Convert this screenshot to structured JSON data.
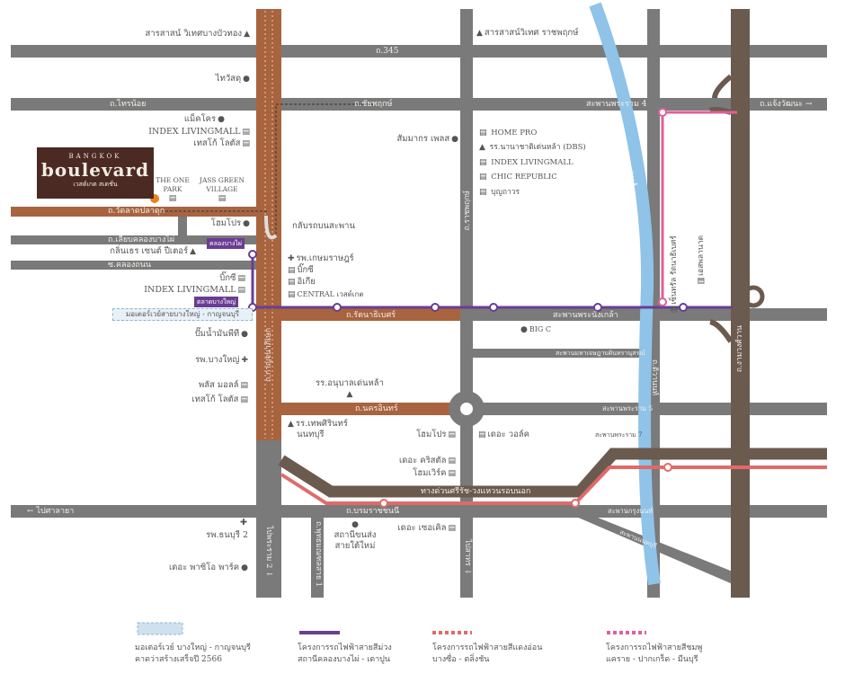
{
  "brand": {
    "top": "BANGKOK",
    "name": "boulevard",
    "sub": "เวสต์เกต สเตชั่น"
  },
  "roads": {
    "r345": "ถ.345",
    "sainoi": "ถ.ไทรน้อย",
    "chaiyaphruek": "ถ.ชัยพฤกษ์",
    "rama4_bridge": "สะพานพระราม 4",
    "chaengwattana": "ถ.แจ้งวัฒนะ",
    "watladpladuk": "ถ.วัดลาดปลาดุก",
    "liapklong": "ถ.เลียบคลองบางไผ่",
    "klongthanon": "ซ.คลองถนน",
    "rattanathibet": "ถ.รัตนาธิเบศร์",
    "kanchanaphisek": "ถ.กาญจนาภิเษก",
    "ratchaphruek": "ถ.ราชพฤกษ์",
    "nakhonin": "ถ.นครอินทร์",
    "phranangklao": "สะพานพระนั่งเกล้า",
    "mahachesada": "สะพานมหาเจษฎาบดินทรานุสรณ์",
    "tiwanon": "ถ.ติวานนท์",
    "rama5": "สะพานพระราม 5",
    "rama7": "สะพานพระราม 7",
    "expressway": "ทางด่วนศรีรัช-วงแหวนรอบนอก",
    "borommaratchachonnani": "ถ.บรมราชชนนี",
    "to_salaya": "ไปศาลายา",
    "to_rama2": "ไปพระราม 2",
    "phutthamonthon1": "ถ.พุทธมณฑลสาย 1",
    "to_sathorn": "ไปสาทร",
    "krungthon": "สะพานกรุงนนท์",
    "nonthaburi_bridge": "สะพานนนทบุรี",
    "ngamwongwan": "ถ.งามวงศ์วาน",
    "uturn": "กลับรถบนสะพาน",
    "river": "แม่น้ำเจ้าพระยา",
    "motorway": "มอเตอร์เวย์สายบางใหญ่ - กาญจนบุรี"
  },
  "stations": {
    "khlong_bang_phai": "คลองบางไผ่",
    "talad_bang_yai": "ตลาดบางใหญ่"
  },
  "places": {
    "sarasas_bbt": "สารสาสน์ วิเทศบางบัวทอง",
    "thaiwatsadu": "ไทวัสดุ",
    "makro": "แม็คโคร",
    "index1": "INDEX LIVINGMALL",
    "tesco1": "เทสโก้ โลตัส",
    "theone": "THE ONE PARK",
    "jass": "JASS GREEN VILLAGE",
    "homepro1": "โฮมโปร",
    "stpeter": "กลิ่นเธร เซนต์ ปีเตอร์",
    "bigc1": "บิ๊กซี",
    "index2": "INDEX LIVINGMALL",
    "kasemrad": "รพ.เกษมราษฎร์",
    "bigc2": "บิ๊กซี",
    "ikea": "อิเกีย",
    "central_wg": "CENTRAL เวสต์เกต",
    "pt": "ปั๊มน้ำมันพีที",
    "bangyai_hosp": "รพ.บางใหญ่",
    "plusmall": "พลัส มอลล์",
    "tesco2": "เทสโก้ โลตัส",
    "anuban": "รร.อนุบาลเด่นหล้า",
    "thepsirin1": "รร.เทพศิรินทร์",
    "thepsirin2": "นนทบุรี",
    "homepro2": "โฮมโปร",
    "thewalk": "เดอะ วอล์ค",
    "crystal": "เดอะ คริสตัล",
    "homework": "โฮมเวิร์ค",
    "circle": "เดอะ เซอเคิล",
    "bus1": "สถานีขนส่ง",
    "bus2": "สายใต้ใหม่",
    "thonburi2": "รพ.ธนบุรี 2",
    "paseo": "เดอะ พาซิโอ พาร์ค",
    "sarasas_rp": "สารสาสน์วิเทศ ราชพฤกษ์",
    "sammakorn": "สัมมากร เพลส",
    "homepro3": "HOME PRO",
    "dbs": "รร.นานาชาติเด่นหล้า (DBS)",
    "index3": "INDEX LIVINGMALL",
    "chic": "CHIC REPUBLIC",
    "boonthavorn": "บุญถาวร",
    "central_rtb": "เซ็นทรัล รัตนาธิเบศร์",
    "esplanade": "เอสพลานาด",
    "bigc3": "BIG C"
  },
  "legend": [
    {
      "line1": "มอเตอร์เวย์ บางใหญ่ - กาญจนบุรี",
      "line2": "คาดว่าสร้างเสร็จปี 2566"
    },
    {
      "line1": "โครงการรถไฟฟ้าสายสีม่วง",
      "line2": "สถานีคลองบางไผ่ - เตาปูน"
    },
    {
      "line1": "โครงการรถไฟฟ้าสายสีแดงอ่อน",
      "line2": "บางซื่อ - ตลิ่งชัน"
    },
    {
      "line1": "โครงการรถไฟฟ้าสายสีชมพู",
      "line2": "แคราย - ปากเกร็ด - มีนบุรี"
    }
  ],
  "colors": {
    "road": "#7a7a7a",
    "brown": "#a8643f",
    "dark": "#6b5a4e",
    "purple": "#6a3d93",
    "red": "#e06a6a",
    "pink": "#e0609a",
    "river": "#8fc3e8"
  }
}
